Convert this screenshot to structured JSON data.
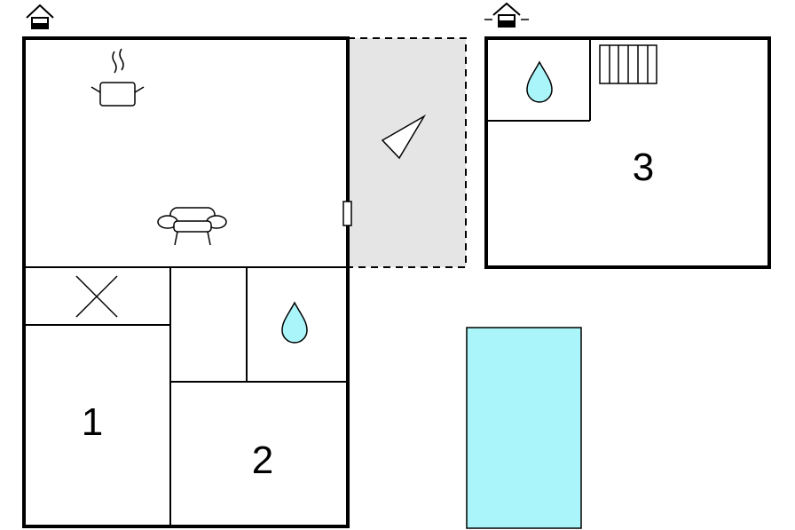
{
  "rooms": [
    {
      "label": "1"
    },
    {
      "label": "2"
    },
    {
      "label": "3"
    }
  ],
  "icons": {
    "main_floor": "house-ground-floor-icon",
    "annex_floor": "house-ground-floor-icon",
    "kitchen": "cooking-pot-icon",
    "living": "sofa-icon",
    "storage": "cross-icon",
    "bathroom": "water-drop-icon",
    "terrace": "terrace-triangle-icon",
    "annex_bathroom": "water-drop-icon",
    "stairs": "stairs-icon",
    "pool": "pool-icon"
  },
  "colors": {
    "walls": "#000000",
    "terrace_fill": "#e5e5e5",
    "water": "#aaf5fa",
    "pool": "#aaf5fa"
  }
}
